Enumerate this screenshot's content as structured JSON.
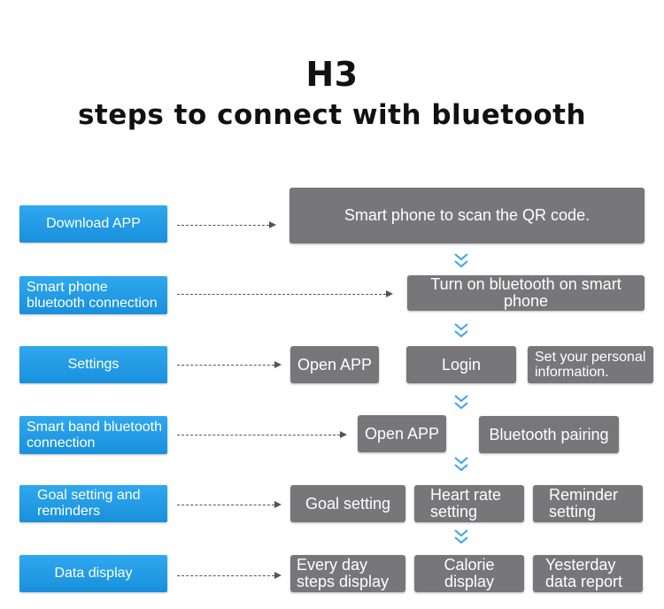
{
  "title": {
    "main": "H3",
    "sub": "steps to connect with bluetooth"
  },
  "steps": [
    {
      "label": "Download APP",
      "boxes": [
        "Smart phone to scan the QR code."
      ]
    },
    {
      "label": "Smart phone bluetooth connection",
      "boxes": [
        "Turn on bluetooth on smart phone"
      ]
    },
    {
      "label": "Settings",
      "boxes": [
        "Open APP",
        "Login",
        "Set your personal information."
      ]
    },
    {
      "label": "Smart band bluetooth connection",
      "boxes": [
        "Open APP",
        "Bluetooth pairing"
      ]
    },
    {
      "label": "Goal setting and reminders",
      "boxes": [
        "Goal setting",
        "Heart rate setting",
        "Reminder setting"
      ]
    },
    {
      "label": "Data display",
      "boxes": [
        "Every day steps display",
        "Calorie display",
        "Yesterday data report"
      ]
    }
  ],
  "colors": {
    "blue": "#1f9be4",
    "grey": "#77777a",
    "chevron": "#3aa6e8"
  },
  "icons": [
    "dashed-arrow-icon",
    "double-chevron-down-icon"
  ]
}
